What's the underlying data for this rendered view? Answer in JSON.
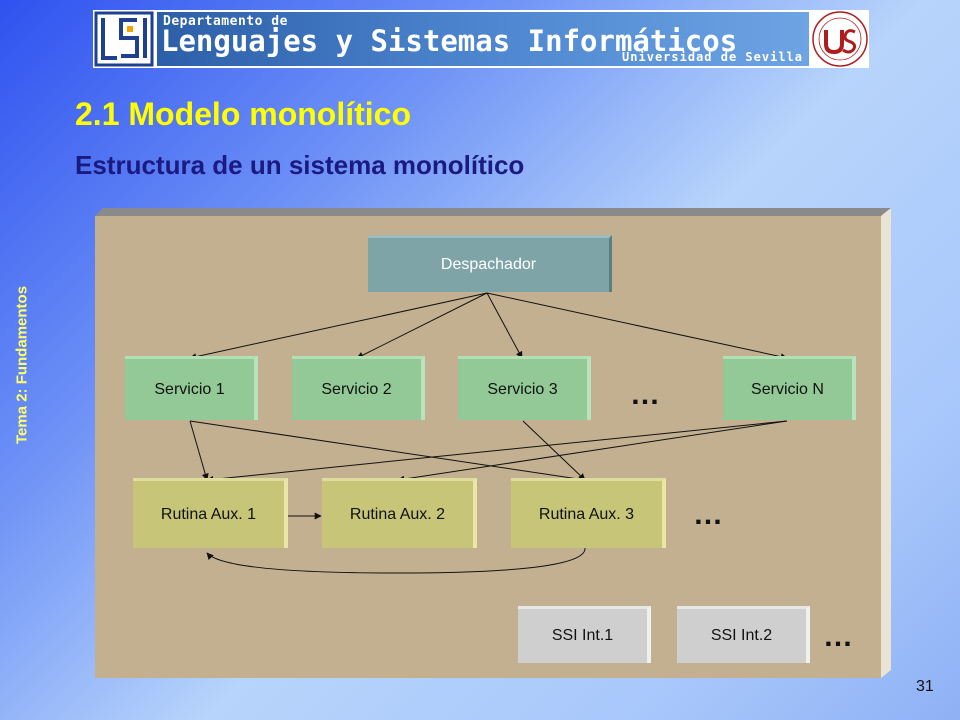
{
  "header": {
    "dept_line": "Departamento de",
    "dept_name": "Lenguajes y Sistemas Informáticos",
    "university": "Universidad de Sevilla"
  },
  "title": "2.1 Modelo monolítico",
  "subtitle": "Estructura de un sistema monolítico",
  "side_label": "Tema 2: Fundamentos",
  "page_number": "31",
  "diagram": {
    "dispatcher": "Despachador",
    "services": [
      "Servicio 1",
      "Servicio 2",
      "Servicio 3",
      "Servicio N"
    ],
    "routines": [
      "Rutina Aux. 1",
      "Rutina Aux. 2",
      "Rutina Aux. 3"
    ],
    "ssi": [
      "SSI Int.1",
      "SSI Int.2"
    ],
    "ellipsis": "…"
  },
  "colors": {
    "title": "#ffff00",
    "subtitle": "#1a1a80",
    "side_label": "#ffff66",
    "panel": "#c2b090",
    "dispatcher": "#7fa4a7",
    "service": "#93c996",
    "routine": "#c7c578",
    "ssi": "#cfcfcf"
  }
}
